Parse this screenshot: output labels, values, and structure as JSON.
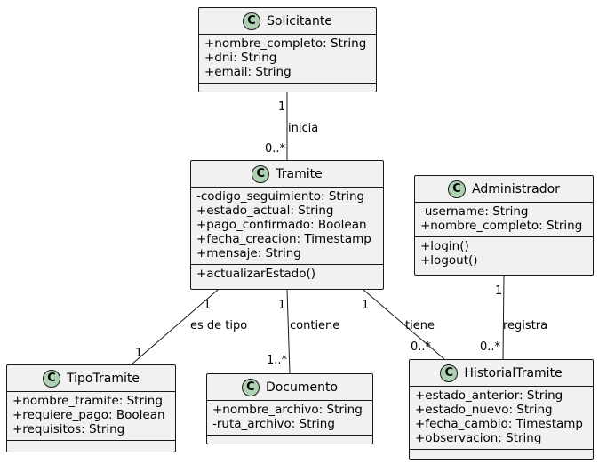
{
  "classes": {
    "solicitante": {
      "name": "Solicitante",
      "badge": "C",
      "attributes": [
        "+nombre_completo: String",
        "+dni: String",
        "+email: String"
      ]
    },
    "tramite": {
      "name": "Tramite",
      "badge": "C",
      "attributes": [
        "-codigo_seguimiento: String",
        "+estado_actual: String",
        "+pago_confirmado: Boolean",
        "+fecha_creacion: Timestamp",
        "+mensaje: String"
      ],
      "methods": [
        "+actualizarEstado()"
      ]
    },
    "administrador": {
      "name": "Administrador",
      "badge": "C",
      "attributes": [
        "-username: String",
        "+nombre_completo: String"
      ],
      "methods": [
        "+login()",
        "+logout()"
      ]
    },
    "tipotramite": {
      "name": "TipoTramite",
      "badge": "C",
      "attributes": [
        "+nombre_tramite: String",
        "+requiere_pago: Boolean",
        "+requisitos: String"
      ]
    },
    "documento": {
      "name": "Documento",
      "badge": "C",
      "attributes": [
        "+nombre_archivo: String",
        "-ruta_archivo: String"
      ]
    },
    "historialtramite": {
      "name": "HistorialTramite",
      "badge": "C",
      "attributes": [
        "+estado_anterior: String",
        "+estado_nuevo: String",
        "+fecha_cambio: Timestamp",
        "+observacion: String"
      ]
    }
  },
  "relations": {
    "inicia": {
      "label": "inicia",
      "from_mult": "1",
      "to_mult": "0..*"
    },
    "es_de_tipo": {
      "label": "es de tipo",
      "from_mult": "1",
      "to_mult": "1"
    },
    "contiene": {
      "label": "contiene",
      "from_mult": "1",
      "to_mult": "1..*"
    },
    "tiene": {
      "label": "tiene",
      "from_mult": "1",
      "to_mult": "0..*"
    },
    "registra": {
      "label": "registra",
      "from_mult": "1",
      "to_mult": "0..*"
    }
  }
}
